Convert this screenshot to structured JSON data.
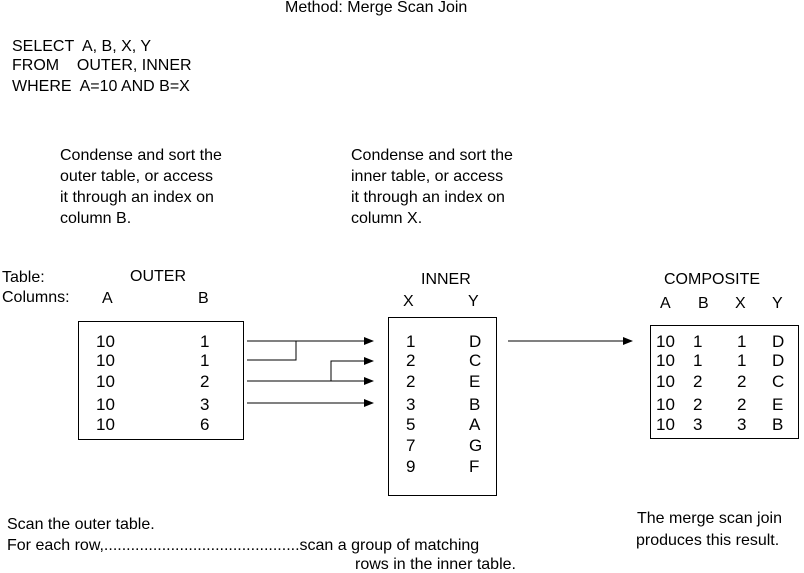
{
  "title": "Method: Merge Scan Join",
  "sql": [
    "SELECT  A, B, X, Y",
    "FROM    OUTER, INNER",
    "WHERE  A=10 AND B=X"
  ],
  "note_outer": [
    "Condense and sort the",
    "outer table, or access",
    "it through an index on",
    "column B."
  ],
  "note_inner": [
    "Condense and sort the",
    "inner table, or access",
    "it through an index on",
    "column X."
  ],
  "labels": {
    "table": "Table:",
    "columns": "Columns:"
  },
  "outer": {
    "name": "OUTER",
    "columns": [
      "A",
      "B"
    ],
    "rows": [
      [
        "10",
        "1"
      ],
      [
        "10",
        "1"
      ],
      [
        "10",
        "2"
      ],
      [
        "10",
        "3"
      ],
      [
        "10",
        "6"
      ]
    ]
  },
  "inner": {
    "name": "INNER",
    "columns": [
      "X",
      "Y"
    ],
    "rows": [
      [
        "1",
        "D"
      ],
      [
        "2",
        "C"
      ],
      [
        "2",
        "E"
      ],
      [
        "3",
        "B"
      ],
      [
        "5",
        "A"
      ],
      [
        "7",
        "G"
      ],
      [
        "9",
        "F"
      ]
    ]
  },
  "composite": {
    "name": "COMPOSITE",
    "columns": [
      "A",
      "B",
      "X",
      "Y"
    ],
    "rows": [
      [
        "10",
        "1",
        "1",
        "D"
      ],
      [
        "10",
        "1",
        "1",
        "D"
      ],
      [
        "10",
        "2",
        "2",
        "C"
      ],
      [
        "10",
        "2",
        "2",
        "E"
      ],
      [
        "10",
        "3",
        "3",
        "B"
      ]
    ]
  },
  "bottom_left": [
    "Scan the outer table.",
    "For each row,............................................scan a group of matching",
    "rows in the inner table."
  ],
  "bottom_right": [
    "The merge scan join",
    "produces this result."
  ]
}
